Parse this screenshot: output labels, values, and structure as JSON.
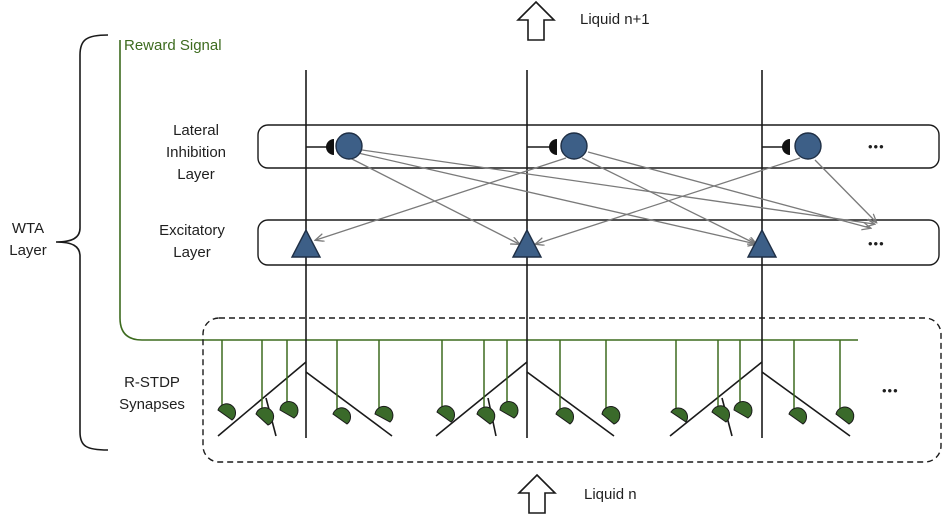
{
  "labels": {
    "reward_signal": "Reward Signal",
    "liquid_top": "Liquid n+1",
    "liquid_bottom": "Liquid n",
    "wta_layer_line1": "WTA",
    "wta_layer_line2": "Layer",
    "lateral_line1": "Lateral",
    "lateral_line2": "Inhibition",
    "lateral_line3": "Layer",
    "excitatory_line1": "Excitatory",
    "excitatory_line2": "Layer",
    "rstdp_line1": "R-STDP",
    "rstdp_line2": "Synapses",
    "ellipsis_inhibition": "•••",
    "ellipsis_excitatory": "•••",
    "ellipsis_synapses": "•••"
  },
  "colors": {
    "neuron_fill": "#3d5f87",
    "neuron_stroke": "#1f2f45",
    "reward_green": "#3d6b1f",
    "synapse_fill": "#3a6a2a",
    "connection_gray": "#7a7a7a",
    "line_dark": "#1a1a1a"
  }
}
